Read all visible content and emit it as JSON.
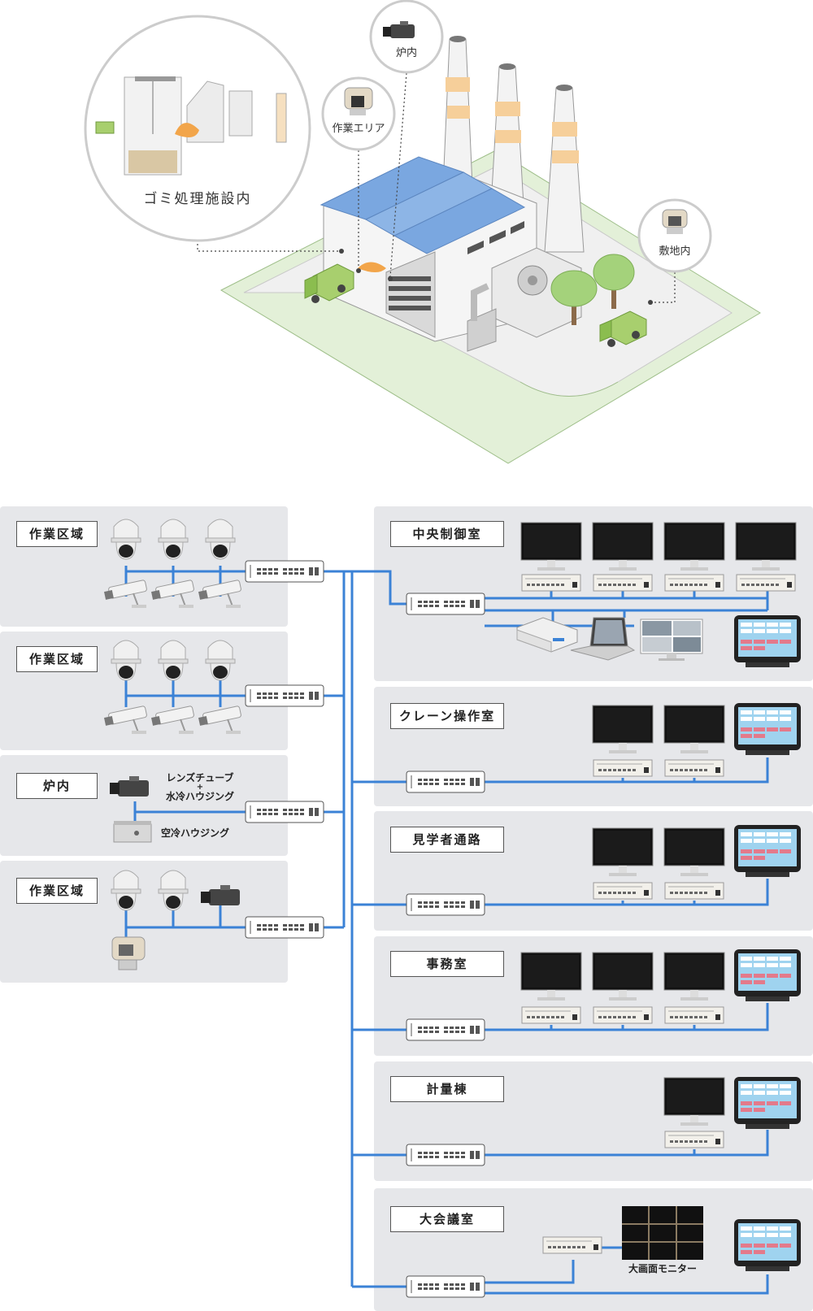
{
  "illustration": {
    "callouts": {
      "facility": "ゴミ処理施設内",
      "work_area": "作業エリア",
      "furnace": "炉内",
      "premises": "敷地内"
    }
  },
  "network": {
    "left_zones": [
      {
        "label": "作業区域"
      },
      {
        "label": "作業区域"
      },
      {
        "label": "炉内",
        "notes": {
          "tube_line1": "レンズチューブ",
          "plus": "+",
          "tube_line2": "水冷ハウジング",
          "air": "空冷ハウジング"
        }
      },
      {
        "label": "作業区域"
      }
    ],
    "right_zones": [
      {
        "label": "中央制御室"
      },
      {
        "label": "クレーン操作室"
      },
      {
        "label": "見学者通路"
      },
      {
        "label": "事務室"
      },
      {
        "label": "計量棟"
      },
      {
        "label": "大会議室",
        "notes": {
          "big_monitor": "大画面モニター"
        }
      }
    ]
  },
  "colors": {
    "link": "#3b82d6",
    "panel": "#e6e7ea",
    "ground": "#e3f0d8",
    "roof": "#7aa7e0",
    "tree": "#a4d27b",
    "truck": "#a8cf6e",
    "flame": "#f2a54a"
  }
}
